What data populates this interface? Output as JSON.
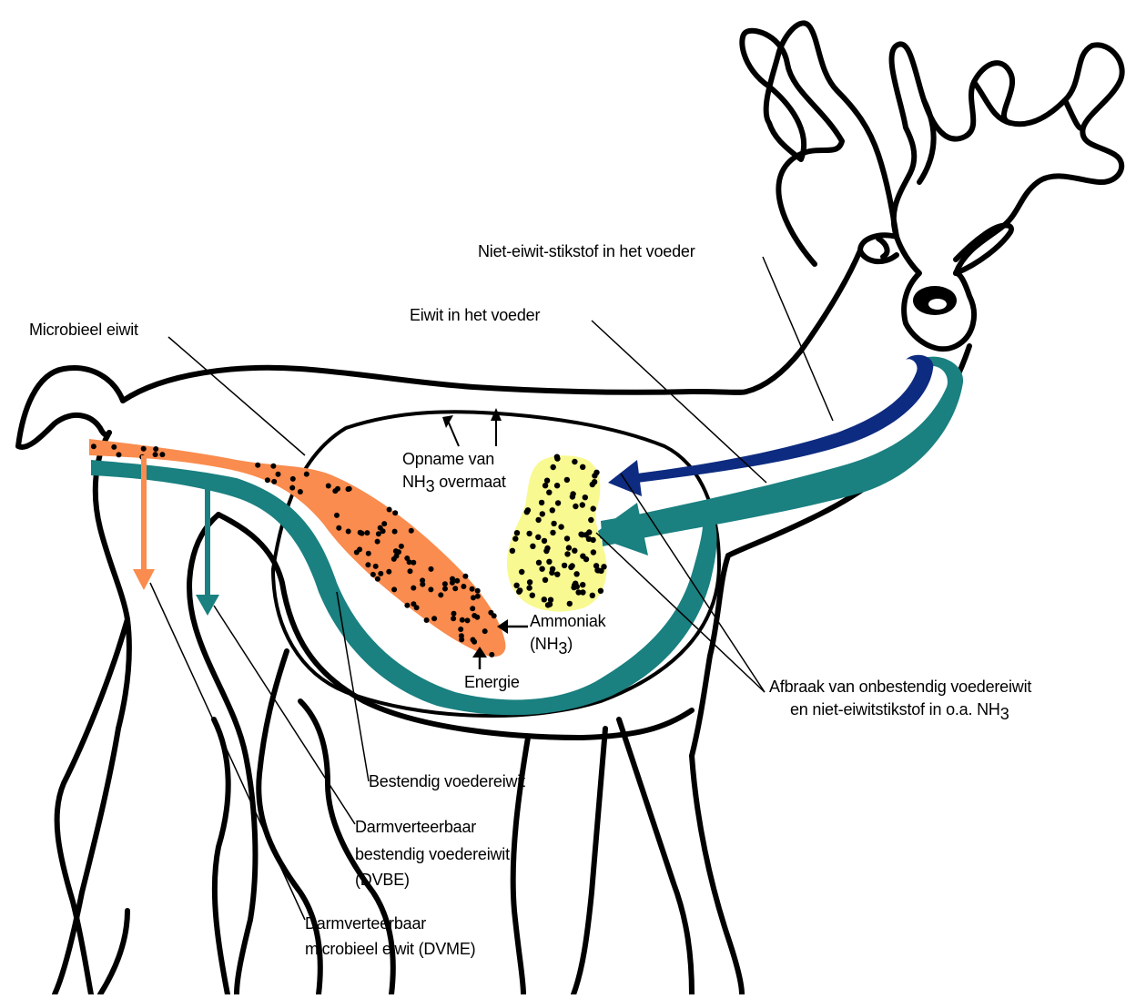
{
  "colors": {
    "outline": "#000000",
    "teal": "#1a8080",
    "navy": "#0d2b80",
    "orange": "#f98c4e",
    "yellow": "#f8f990",
    "background": "#ffffff"
  },
  "labels": {
    "niet_eiwit_stikstof": "Niet-eiwit-stikstof in het voeder",
    "eiwit_voeder": "Eiwit in het voeder",
    "microbieel_eiwit": "Microbieel eiwit",
    "opname_line1": "Opname van",
    "opname_nh": "NH",
    "opname_sub": "3",
    "opname_rest": " overmaat",
    "ammoniak": "Ammoniak",
    "ammoniak_nh_open": "(NH",
    "ammoniak_sub": "3",
    "ammoniak_close": ")",
    "energie": "Energie",
    "afbraak_line1": "Afbraak van onbestendig voedereiwit",
    "afbraak_line2": "en niet-eiwitstikstof in o.a. NH",
    "afbraak_sub": "3",
    "bestendig": "Bestendig voedereiwit",
    "dvbe_line1": "Darmverteerbaar",
    "dvbe_line2": "bestendig voedereiwit",
    "dvbe_line3": "(DVBE)",
    "dvme_line1": "Darmverteerbaar",
    "dvme_line2": "microbieel eiwit (DVME)"
  }
}
